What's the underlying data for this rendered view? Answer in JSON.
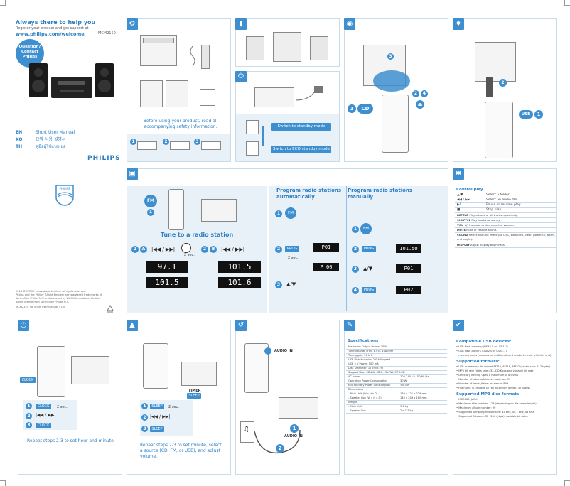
{
  "cover": {
    "headline": "Always there to help you",
    "register": "Register your product and get support at",
    "url": "www.philips.com/welcome",
    "model": "MCM2150",
    "badge_line1": "Question?",
    "badge_line2": "Contact",
    "badge_line3": "Philips",
    "languages": [
      {
        "code": "EN",
        "label": "Short User Manual"
      },
      {
        "code": "KO",
        "label": "요약 사용 설명서"
      },
      {
        "code": "TH",
        "label": "คู่มือผู้ใช้แบบ ย่อ"
      }
    ],
    "brand": "PHILIPS",
    "footer_lines": [
      "2016 © WOOX Innovations Limited. All rights reserved.",
      "Philips and the Philips' Shield Emblem are registered trademarks of",
      "Koninklijke Philips N.V. and are used by WOOX Innovations Limited",
      "under license from Koninklijke Philips N.V.",
      "MCM2150_98_Short User Manual_V1.0"
    ]
  },
  "unbox": {
    "note": "Before using your product, read all accompanying safety information.",
    "steps": [
      "1",
      "2",
      "3"
    ]
  },
  "power": {
    "standby": "Switch to standby mode",
    "eco": "Switch to ECO standby mode"
  },
  "cd": {
    "step_cd": "1",
    "cd_label": "CD",
    "step_2": "2",
    "step_4": "4",
    "step_3": "3"
  },
  "usb": {
    "step1": "1",
    "usb_label": "USB",
    "step2": "2"
  },
  "radio": {
    "step1": "1",
    "fm": "FM",
    "tune_title": "Tune to a radio station",
    "stepA": "2",
    "A": "A",
    "stepB": "2",
    "B": "B",
    "secs": "2 sec.",
    "prev_next": "|◀◀ / ▶▶|",
    "displays_a": [
      "97.1",
      "101.5"
    ],
    "displays_b": [
      "101.5",
      "101.6"
    ],
    "auto_title": "Program radio stations automatically",
    "manual_title": "Program radio stations manually",
    "prog": "PROG",
    "lcd_auto": [
      "P01",
      "P 00"
    ],
    "lcd_manual": [
      "101.50",
      "P01",
      "P02"
    ],
    "up_down": "▲/▼",
    "step_nums": [
      "1",
      "2",
      "3",
      "4"
    ]
  },
  "control": {
    "title": "Control play",
    "items": [
      {
        "key": "▲/▼",
        "desc": "Select a folder."
      },
      {
        "key": "◀◀ / ▶▶",
        "desc": "Select an audio file."
      },
      {
        "key": "▶II",
        "desc": "Pause or resume play."
      },
      {
        "key": "■",
        "desc": "Stop play."
      },
      {
        "key": "REPEAT",
        "desc": "Play a track or all tracks repeatedly."
      },
      {
        "key": "SHUFFLE",
        "desc": "Play tracks randomly."
      },
      {
        "key": "VOL +/-",
        "desc": "Increase or decrease the volume."
      },
      {
        "key": "MUTE",
        "desc": "Mute or restore sound."
      },
      {
        "key": "SOUND",
        "desc": "Select a sound effect (no DSC, balanced, clear, powerful, warm, and bright)."
      },
      {
        "key": "DISPLAY",
        "desc": "Adjust display brightness."
      }
    ]
  },
  "clock": {
    "clock": "CLOCK",
    "secs": "2 sec.",
    "nums": [
      "1",
      "2",
      "3"
    ],
    "prev_next": "|◀◀ / ▶▶|",
    "repeat": "Repeat steps 2-3 to set hour and minute."
  },
  "timer": {
    "timer_label": "TIMER",
    "sleep": "SLEEP",
    "nums": [
      "1",
      "2",
      "3"
    ],
    "secs": "2 sec.",
    "prev_next": "|◀◀ / ▶▶|",
    "repeat": "Repeat steps 2-3 to set minute, select a source (CD, FM, or USB), and adjust volume."
  },
  "audioin": {
    "label": "AUDIO IN",
    "steps": [
      "1",
      "2"
    ]
  },
  "specs": {
    "title": "Specifications",
    "rows": [
      {
        "k": "Maximum Output Power: 70W",
        "v": ""
      },
      {
        "k": "Tuning Range (FM): 87.5 - 108 MHz",
        "v": ""
      },
      {
        "k": "Tuning grid: 50 kHz",
        "v": ""
      },
      {
        "k": "USB Direct version 2.0 full speed",
        "v": ""
      },
      {
        "k": "USB 5 V Power: 500 mA",
        "v": ""
      },
      {
        "k": "Disc Diameter: 12 cm/8 cm",
        "v": ""
      },
      {
        "k": "Support Disc: CD-DA, CD-R, CD-RW, MP3-CD",
        "v": ""
      },
      {
        "k": "AC power",
        "v": "100-240 V~, 50/60 Hz"
      },
      {
        "k": "Operation Power Consumption",
        "v": "30 W"
      },
      {
        "k": "Eco Standby Power Consumption",
        "v": "<0.5 W"
      },
      {
        "k": "Dimensions",
        "v": ""
      },
      {
        "k": "- Main Unit (W x H x D)",
        "v": "180 x 121 x 229 mm"
      },
      {
        "k": "- Speaker Box (W x H x D)",
        "v": "140 x 243 x 180 mm"
      },
      {
        "k": "Weight",
        "v": ""
      },
      {
        "k": "- Main Unit",
        "v": "1.6 kg"
      },
      {
        "k": "- Speaker Box",
        "v": "2 x 1.7 kg"
      }
    ]
  },
  "compat": {
    "usb_title": "Compatible USB devices:",
    "usb_items": [
      "USB flash memory (USB2.0 or USB1.1)",
      "USB flash players (USB2.0 or USB1.1)",
      "memory cards (requires an additional card reader to work with this unit)"
    ],
    "formats_title": "Supported formats:",
    "formats_items": [
      "USB or memory file format FAT12, FAT16, FAT32 (sector size: 512 bytes)",
      "MP3 bit rate (data rate): 32-320 Kbps and variable bit rate",
      "Directory nesting up to a maximum of 8 levels",
      "Number of albums/folders: maximum 99",
      "Number of tracks/titles: maximum 999",
      "File name in Unicode UTF8 (maximum length: 32 bytes)"
    ],
    "mp3_title": "Supported MP3 disc formats",
    "mp3_items": [
      "ISO9660, Joliet",
      "Maximum title number: 128 (depending on file name length)",
      "Maximum album number: 99",
      "Supported sampling frequencies: 32 kHz, 44.1 kHz, 48 kHz",
      "Supported Bit-rates: 32~256 (kbps), variable bit rates"
    ]
  },
  "tabs": {
    "unbox": "⚙",
    "cd": "◉",
    "usb": "♦",
    "speaker": "▮",
    "power": "⏻",
    "radio": "▣",
    "control": "✱",
    "clock": "◷",
    "timer": "▲",
    "audio": "↺",
    "specs": "✎",
    "compat": "✔"
  },
  "colors": {
    "accent": "#3d8fcf",
    "panel_border": "#c8dcea",
    "tint": "#e9f1f8"
  }
}
